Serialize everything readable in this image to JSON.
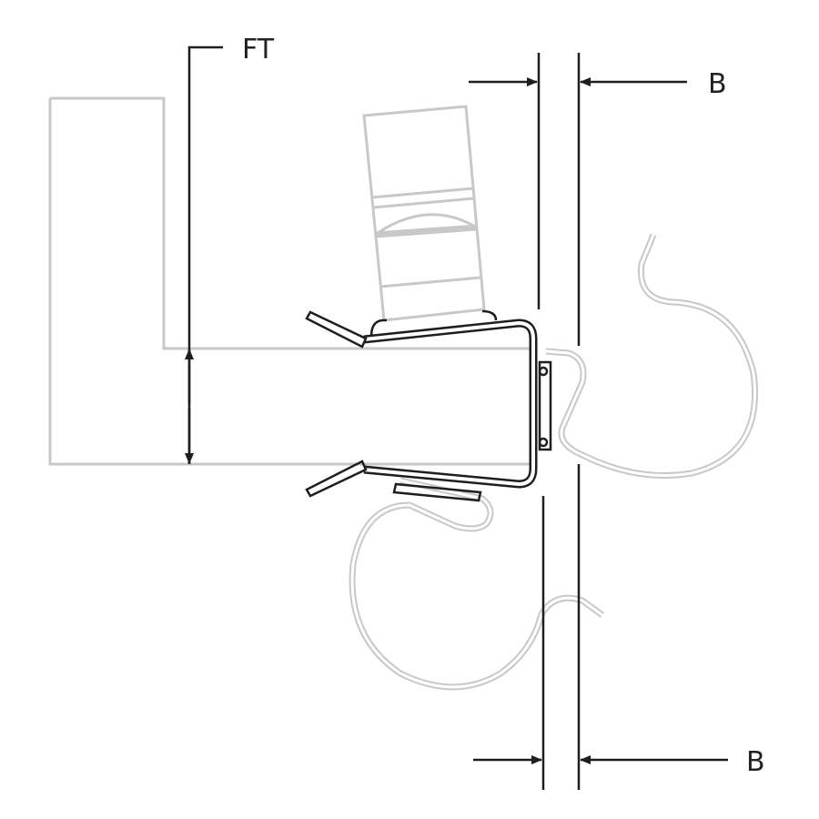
{
  "labels": {
    "ft": "FT",
    "b_top": "B",
    "b_bottom": "B"
  },
  "colors": {
    "line": "#1e1e1e",
    "ghost": "#c8c8c8"
  }
}
